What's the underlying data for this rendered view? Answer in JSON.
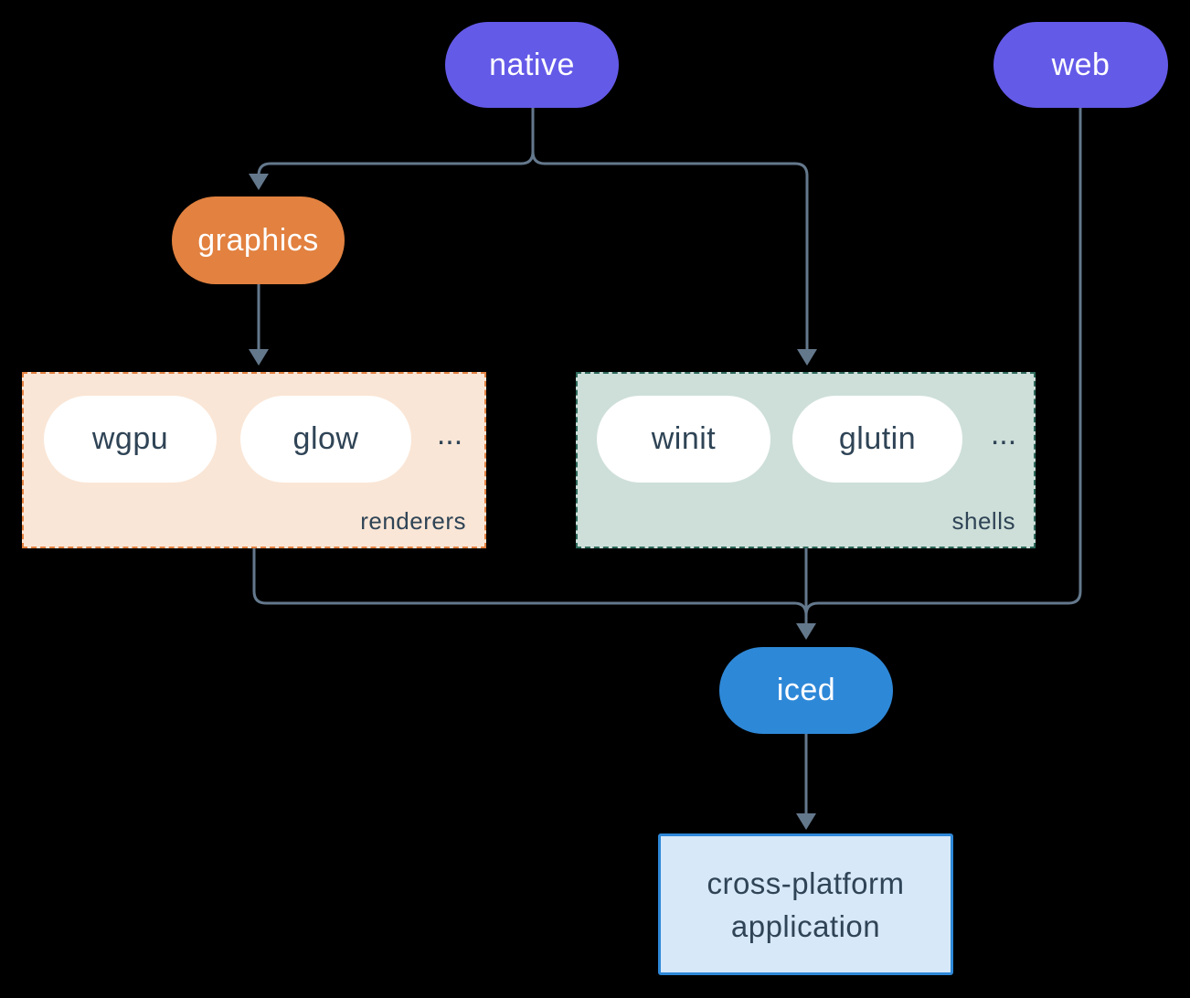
{
  "diagram": {
    "nodes": {
      "native": {
        "label": "native"
      },
      "web": {
        "label": "web"
      },
      "graphics": {
        "label": "graphics"
      },
      "iced": {
        "label": "iced"
      },
      "application": {
        "label_line1": "cross-platform",
        "label_line2": "application"
      }
    },
    "groups": {
      "renderers": {
        "label": "renderers",
        "items": [
          "wgpu",
          "glow"
        ],
        "ellipsis": "..."
      },
      "shells": {
        "label": "shells",
        "items": [
          "winit",
          "glutin"
        ],
        "ellipsis": "..."
      }
    },
    "edges": [
      {
        "from": "native",
        "to": "graphics"
      },
      {
        "from": "native",
        "to": "shells"
      },
      {
        "from": "graphics",
        "to": "renderers"
      },
      {
        "from": "renderers",
        "to": "iced"
      },
      {
        "from": "shells",
        "to": "iced"
      },
      {
        "from": "web",
        "to": "iced"
      },
      {
        "from": "iced",
        "to": "application"
      }
    ]
  },
  "palette": {
    "background": "#000000",
    "purple": "#645AE8",
    "orange": "#E28140",
    "blue": "#2E88D8",
    "white": "#FFFFFF",
    "peach_fill": "#FAE6D6",
    "peach_border": "#E28140",
    "sage_fill": "#CEDFD9",
    "sage_border": "#2E6A5C",
    "app_fill": "#D7E8F8",
    "app_border": "#2E88D8",
    "line": "#64788C",
    "ink": "#2F4456",
    "node_text": "#FFFFFF"
  }
}
